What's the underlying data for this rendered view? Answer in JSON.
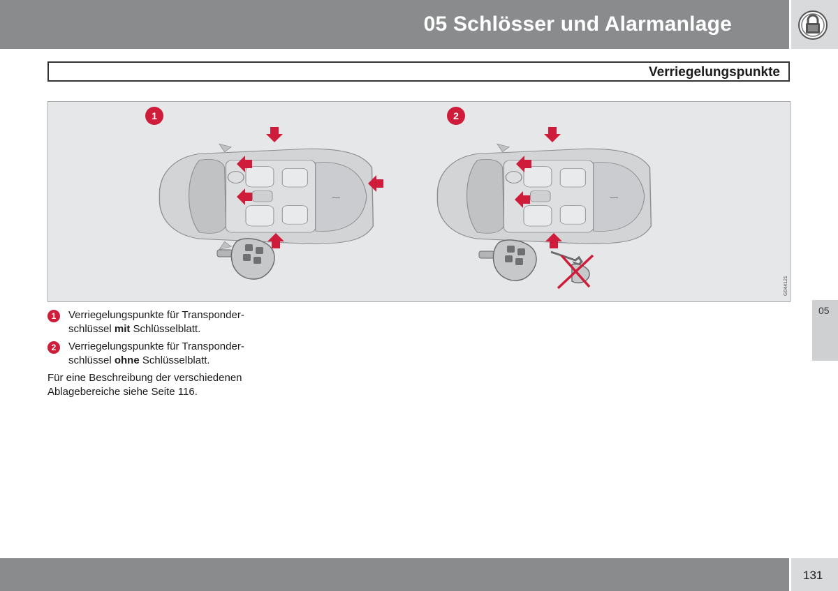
{
  "header": {
    "title": "05 Schlösser und Alarmanlage",
    "icon": "lock-icon"
  },
  "section": {
    "title": "Verriegelungspunkte"
  },
  "figure": {
    "code": "G044121",
    "badges": [
      "1",
      "2"
    ],
    "accent_color": "#cf1c3a"
  },
  "side_tab": {
    "label": "05"
  },
  "legend": {
    "items": [
      {
        "badge": "1",
        "text_before": "Verriegelungspunkte für Transponder-schlüssel ",
        "bold": "mit",
        "text_after": " Schlüsselblatt."
      },
      {
        "badge": "2",
        "text_before": "Verriegelungspunkte für Transponder-schlüssel ",
        "bold": "ohne",
        "text_after": " Schlüsselblatt."
      }
    ],
    "paragraph": "Für eine Beschreibung der verschiedenen Ablagebereiche siehe Seite 116."
  },
  "footer": {
    "page_number": "131"
  }
}
